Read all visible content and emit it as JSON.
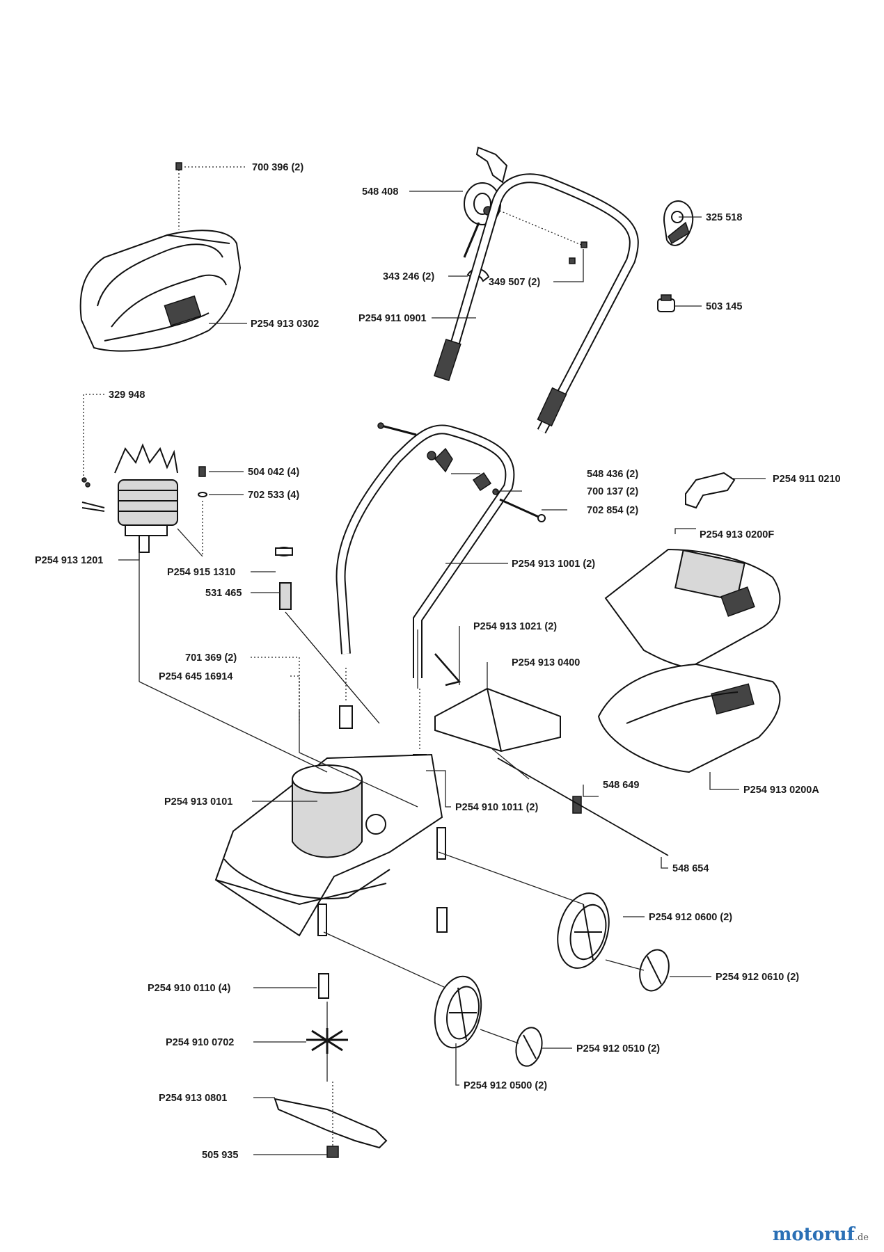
{
  "labels": [
    {
      "id": "700-396",
      "text": "700 396 (2)"
    },
    {
      "id": "p254-913-0302",
      "text": "P254 913 0302"
    },
    {
      "id": "548-408",
      "text": "548 408"
    },
    {
      "id": "343-246",
      "text": "343 246 (2)"
    },
    {
      "id": "349-507",
      "text": "349 507 (2)"
    },
    {
      "id": "p254-911-0901",
      "text": "P254 911 0901"
    },
    {
      "id": "325-518",
      "text": "325 518"
    },
    {
      "id": "503-145",
      "text": "503 145"
    },
    {
      "id": "329-948",
      "text": "329 948"
    },
    {
      "id": "504-042",
      "text": "504 042 (4)"
    },
    {
      "id": "702-533",
      "text": "702 533 (4)"
    },
    {
      "id": "p254-913-1201",
      "text": "P254 913 1201"
    },
    {
      "id": "p254-915-1310",
      "text": "P254 915 1310"
    },
    {
      "id": "531-465",
      "text": "531 465"
    },
    {
      "id": "548-436",
      "text": "548 436 (2)"
    },
    {
      "id": "700-137",
      "text": "700 137 (2)"
    },
    {
      "id": "702-854",
      "text": "702 854 (2)"
    },
    {
      "id": "p254-911-0210",
      "text": "P254 911 0210"
    },
    {
      "id": "p254-913-0200f",
      "text": "P254 913 0200F"
    },
    {
      "id": "p254-913-1001",
      "text": "P254 913 1001 (2)"
    },
    {
      "id": "p254-913-1021",
      "text": "P254 913 1021 (2)"
    },
    {
      "id": "p254-913-0400",
      "text": "P254 913 0400"
    },
    {
      "id": "701-369",
      "text": "701 369 (2)"
    },
    {
      "id": "p254-645-16914",
      "text": "P254 645 16914"
    },
    {
      "id": "p254-913-0200a",
      "text": "P254 913 0200A"
    },
    {
      "id": "548-649",
      "text": "548 649"
    },
    {
      "id": "p254-913-0101",
      "text": "P254 913 0101"
    },
    {
      "id": "p254-910-1011",
      "text": "P254 910 1011 (2)"
    },
    {
      "id": "548-654",
      "text": "548 654"
    },
    {
      "id": "p254-912-0600",
      "text": "P254 912 0600 (2)"
    },
    {
      "id": "p254-912-0610",
      "text": "P254 912 0610 (2)"
    },
    {
      "id": "p254-910-0110",
      "text": "P254 910 0110 (4)"
    },
    {
      "id": "p254-910-0702",
      "text": "P254 910 0702"
    },
    {
      "id": "p254-912-0510",
      "text": "P254 912 0510 (2)"
    },
    {
      "id": "p254-912-0500",
      "text": "P254 912 0500 (2)"
    },
    {
      "id": "p254-913-0801",
      "text": "P254 913 0801"
    },
    {
      "id": "505-935",
      "text": "505 935"
    }
  ],
  "brand": {
    "name": "motoruf",
    "suffix": ".de"
  }
}
